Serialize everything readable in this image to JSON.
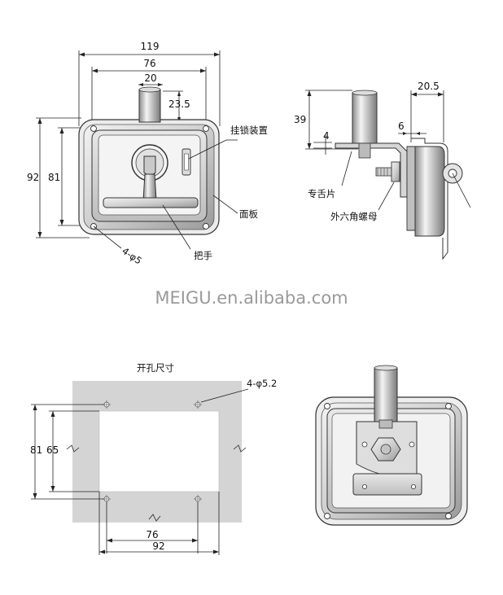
{
  "front_view": {
    "dim_width_overall": "119",
    "dim_width_inner": "76",
    "dim_handle_width": "20",
    "dim_handle_height": "23.5",
    "dim_height_overall": "92",
    "dim_height_inner": "81",
    "label_hook_lock": "挂锁装置",
    "label_panel": "面板",
    "label_handle": "把手",
    "label_holes": "4-φ5"
  },
  "side_view": {
    "dim_height": "39",
    "dim_small": "4",
    "dim_offset": "6",
    "dim_depth": "20.5",
    "label_tongue": "专舌片",
    "label_hex_nut": "外六角螺母"
  },
  "watermark": "MEIGU.en.alibaba.com",
  "cutout": {
    "title": "开孔尺寸",
    "holes_label": "4-φ5.2",
    "dim_outer_height": "81",
    "dim_inner_height": "65",
    "dim_hole_spacing": "76",
    "dim_outer_width": "92"
  }
}
